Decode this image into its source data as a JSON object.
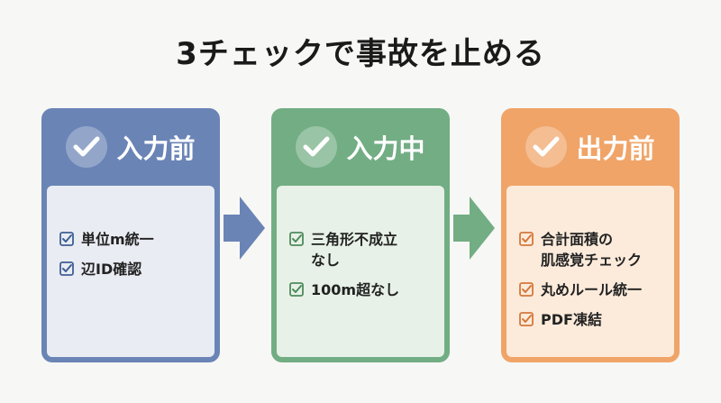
{
  "title": "3チェックで事故を止める",
  "stages": [
    {
      "heading": "入力前",
      "color": "#6a84b6",
      "body_bg": "#e9ecf2",
      "box_color": "#3f5f95",
      "items": [
        "単位m統一",
        "辺ID確認"
      ]
    },
    {
      "heading": "入力中",
      "color": "#72ad84",
      "body_bg": "#e7f1e7",
      "box_color": "#4e8a5d",
      "items": [
        "三角形不成立\nなし",
        "100m超なし"
      ]
    },
    {
      "heading": "出力前",
      "color": "#f0a468",
      "body_bg": "#fcebdb",
      "box_color": "#d4783a",
      "items": [
        "合計面積の\n肌感覚チェック",
        "丸めルール統一",
        "PDF凍結"
      ]
    }
  ],
  "arrow_colors": [
    "#6a84b6",
    "#72ad84"
  ]
}
